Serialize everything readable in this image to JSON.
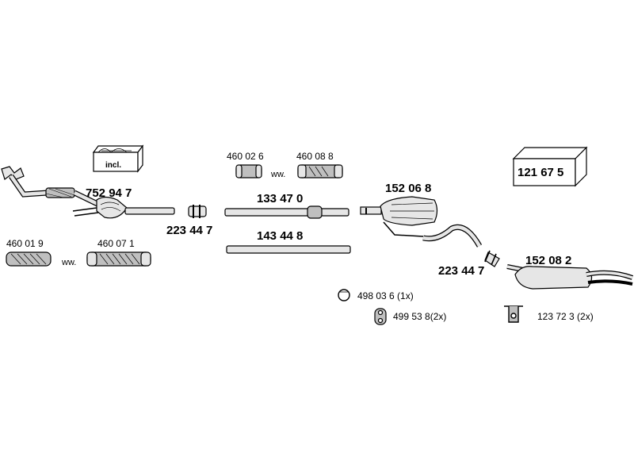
{
  "parts": {
    "front_pipe": "752 94 7",
    "incl_box": "incl.",
    "flex_a": "460 01 9",
    "flex_b": "460 07 1",
    "ww_left": "ww.",
    "clamp_left": "223 44 7",
    "flex_c": "460 02 6",
    "flex_d": "460 08 8",
    "ww_mid": "ww.",
    "pipe_a": "133 47 0",
    "pipe_b": "143 44 8",
    "middle_silencer": "152 06 8",
    "clamp_right": "223 44 7",
    "rear_silencer": "152 08 2",
    "mount_kit": "121 67 5",
    "ring": "498 03 6 (1x)",
    "rubber_mount": "499 53 8(2x)",
    "hanger": "123 72 3 (2x)"
  },
  "colors": {
    "line": "#000000",
    "shade": "#bfbfbf",
    "fill": "#e6e6e6"
  }
}
